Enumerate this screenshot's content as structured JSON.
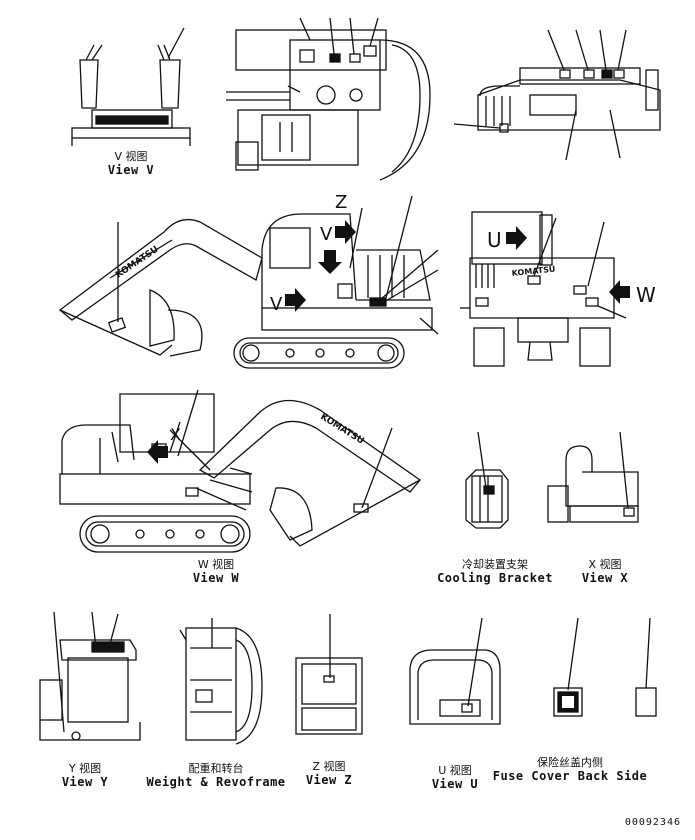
{
  "markers": {
    "v": "V",
    "u": "U",
    "w": "W",
    "z": "Z",
    "x": "X"
  },
  "brand": "KOMATSU",
  "views": {
    "v": {
      "cn": "V 视图",
      "en": "View V"
    },
    "w": {
      "cn": "W 视图",
      "en": "View W"
    },
    "x": {
      "cn": "X 视图",
      "en": "View X"
    },
    "y": {
      "cn": "Y 视图",
      "en": "View Y"
    },
    "z": {
      "cn": "Z 视图",
      "en": "View Z"
    },
    "u": {
      "cn": "U 视图",
      "en": "View U"
    },
    "cooling": {
      "cn": "冷却装置支架",
      "en": "Cooling Bracket"
    },
    "weight": {
      "cn": "配重和转台",
      "en": "Weight & Revoframe"
    },
    "fuse": {
      "cn": "保险丝盖内侧",
      "en": "Fuse Cover Back Side"
    }
  },
  "part_number": "00092346"
}
